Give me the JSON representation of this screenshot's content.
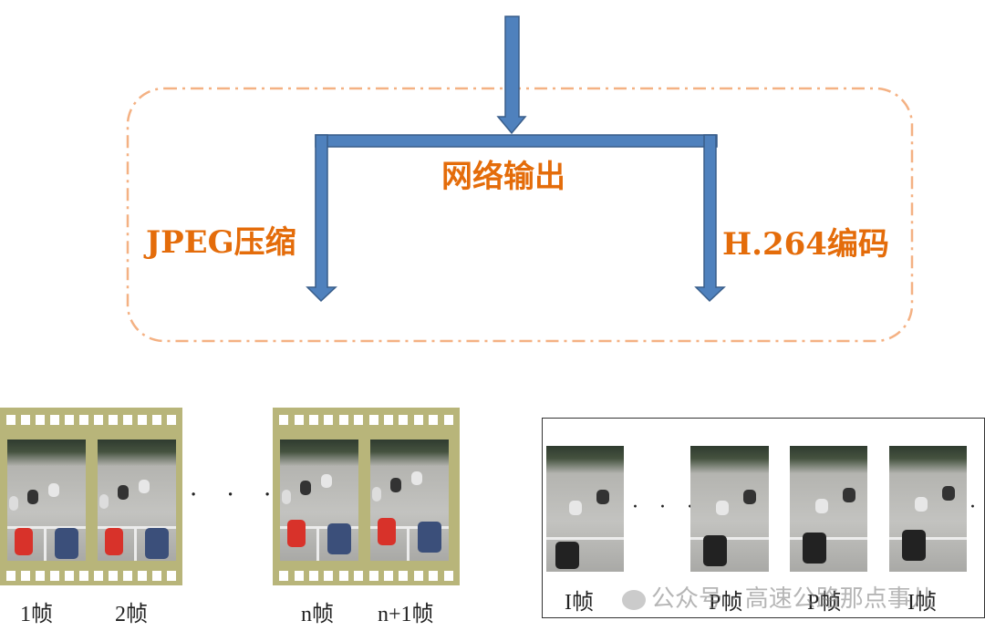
{
  "labels": {
    "network_output": "网络输出",
    "jpeg": "JPEG压缩",
    "h264": "H.264编码"
  },
  "film_frames": [
    "1帧",
    "2帧",
    "n帧",
    "n+1帧"
  ],
  "h264_frames": [
    "I帧",
    "P帧",
    "P帧",
    "I帧"
  ],
  "ellipsis": "· · ·",
  "ellipsis_right": "· · ·",
  "watermark": "公众号 · 高速公路那点事儿",
  "colors": {
    "arrow_fill": "#4F81BD",
    "arrow_stroke": "#385D8A",
    "label_orange": "#E46C0A",
    "dashed_border": "#F4B183",
    "film": "#B8B57A"
  }
}
